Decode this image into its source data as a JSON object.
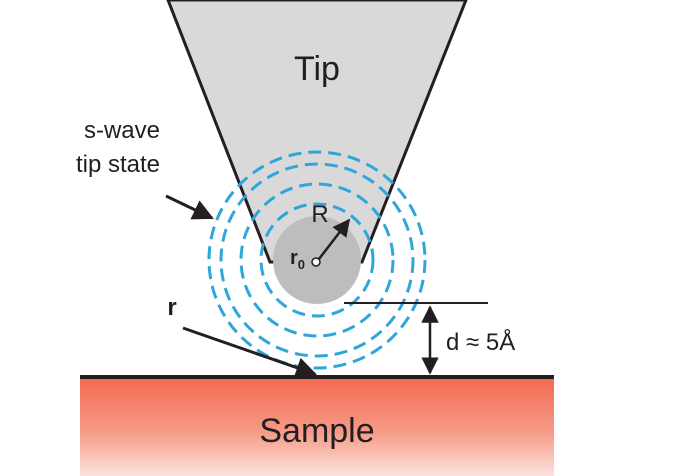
{
  "diagram": {
    "tip_label": "Tip",
    "sample_label": "Sample",
    "state_label_line1": "s-wave",
    "state_label_line2": "tip state",
    "radius_label": "R",
    "center_label": "r",
    "center_subscript": "0",
    "point_label": "r",
    "distance_label": "d ≈ 5Å"
  },
  "colors": {
    "tip_fill": "#d9d9d9",
    "tip_stroke": "#231f20",
    "core_fill": "#bdbdbe",
    "wave_dashes": "#2ea6db",
    "sample_top": "#f26a50",
    "sample_bottom": "#fbe3df",
    "line": "#231f20",
    "text": "#231f20"
  }
}
